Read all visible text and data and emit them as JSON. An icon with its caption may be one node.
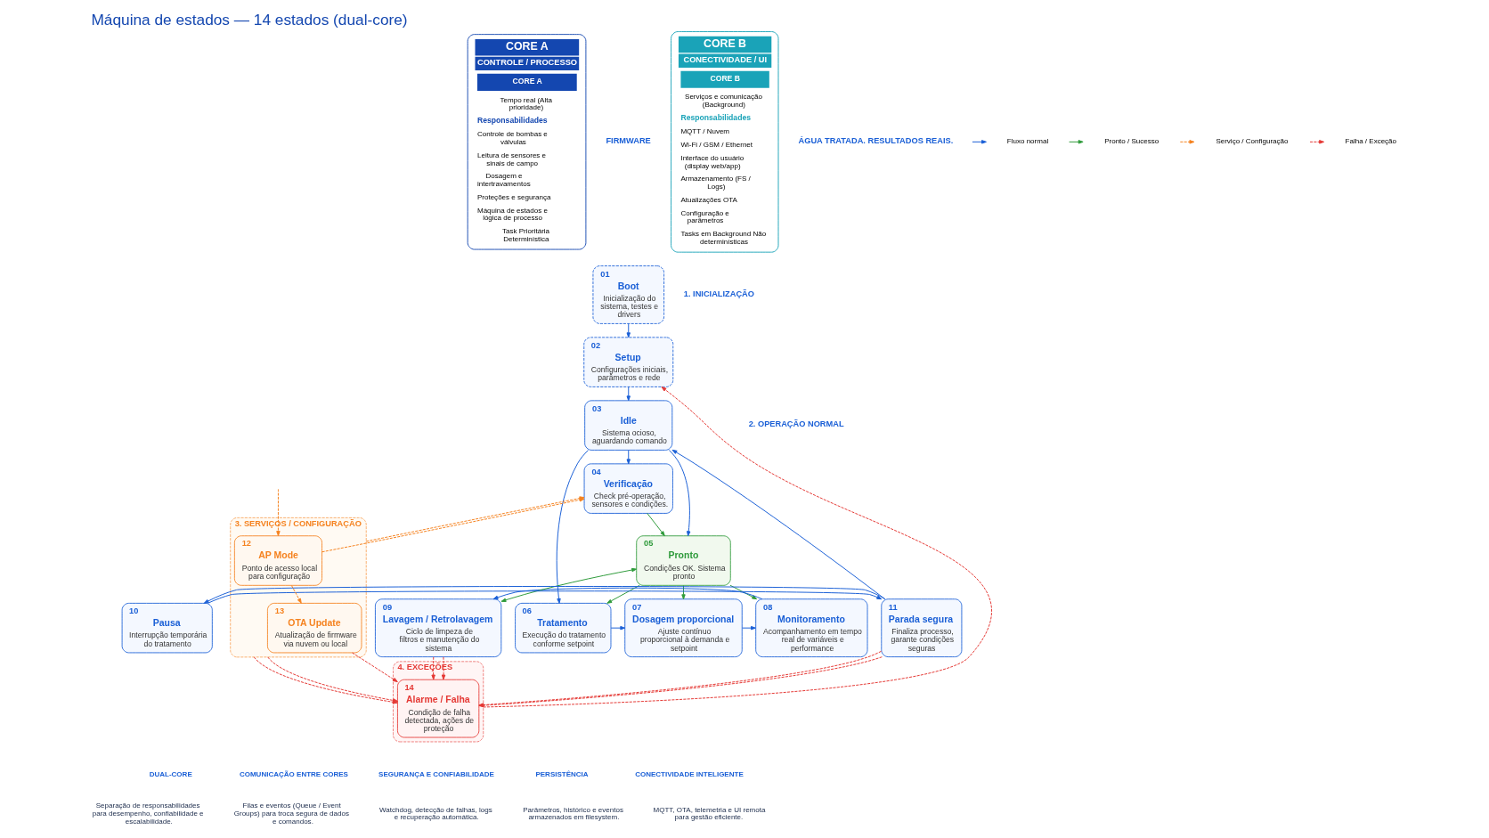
{
  "diagram": {
    "title": "Máquina de estados — 14 estados (dual-core)",
    "nodes": [
      {
        "text": [
          "CORE A",
          "CONTROLE / PROCESSO",
          "CORE A",
          "Tempo real (Alta prioridade)",
          "Responsabilidades",
          "Controle de bombas e válvulas",
          "Leitura de sensores e sinais de campo",
          "Dosagem e intertravamentos",
          "Proteções e segurança",
          "Máquina de estados e lógica de processo",
          "Task Prioritária Determinística"
        ]
      },
      {
        "text": [
          "01",
          "Boot",
          "Inicialização do sistema, testes e drivers"
        ]
      },
      {
        "text": [
          "02",
          "Setup",
          "Configurações iniciais, parâmetros e rede"
        ]
      },
      {
        "text": [
          "03",
          "Idle",
          "Sistema ocioso, aguardando comando"
        ]
      },
      {
        "text": [
          "04",
          "Verificação",
          "Check pré-operação, sensores e condições."
        ]
      },
      {
        "text": [
          "05",
          "Pronto",
          "Condições OK. Sistema pronto"
        ]
      },
      {
        "text": [
          "06",
          "Tratamento",
          "Execução do tratamento conforme setpoint"
        ]
      },
      {
        "text": [
          "07",
          "Dosagem proporcional",
          "Ajuste contínuo proporcional à demanda e setpoint"
        ]
      },
      {
        "text": [
          "08",
          "Monitoramento",
          "Acompanhamento em tempo real de variáveis e performance"
        ]
      },
      {
        "text": [
          "09",
          "Lavagem / Retrolavagem",
          "Ciclo de limpeza de filtros e manutenção do sistema"
        ]
      },
      {
        "text": [
          "10",
          "Pausa",
          "Interrupção temporária do tratamento"
        ]
      },
      {
        "text": [
          "11",
          "Parada segura",
          "Finaliza processo, garante condições seguras"
        ]
      },
      {
        "text": [
          "3. SERVIÇOS / CONFIGURAÇÃO"
        ]
      },
      {
        "text": [
          "12",
          "AP Mode",
          "Ponto de acesso local para configuração"
        ],
        "in": 12
      },
      {
        "text": [
          "13",
          "OTA Update",
          "Atualização de firmware via nuvem ou local"
        ],
        "in": 12
      },
      {
        "text": [
          "4. EXCEÇÕES"
        ]
      },
      {
        "text": [
          "14",
          "Alarme / Falha",
          "Condição de falha detectada, ações de proteção"
        ],
        "in": 15
      },
      {
        "text": [
          "CORE B",
          "CONECTIVIDADE / UI",
          "CORE B",
          "Serviços e comunicação (Background)",
          "Responsabilidades",
          "MQTT / Nuvem",
          "Wi-Fi / GSM / Ethernet",
          "Interface do usuário (display web/app)",
          "Armazenamento (FS / Logs)",
          "Atualizações OTA",
          "Configuração e parâmetros",
          "Tasks em Background Não determinísticas"
        ]
      }
    ],
    "edges": [
      {
        "from": 1,
        "to": 2,
        "arrow": "to"
      },
      {
        "from": 2,
        "to": 3,
        "arrow": "to"
      },
      {
        "from": 3,
        "to": 4,
        "arrow": "to"
      },
      {
        "from": 4,
        "to": 5,
        "arrow": "to",
        "color": "#2e9a3a"
      },
      {
        "from": 3,
        "to": 5,
        "arrow": "to"
      },
      {
        "from": 3,
        "to": 6,
        "arrow": "to"
      },
      {
        "from": 6,
        "to": 7,
        "arrow": "to"
      },
      {
        "from": 7,
        "to": 8,
        "arrow": "to"
      },
      {
        "from": 8,
        "to": 9,
        "arrow": "to"
      },
      {
        "from": 5,
        "to": 6,
        "arrow": "to",
        "color": "#2e9a3a"
      },
      {
        "from": 5,
        "to": 7,
        "arrow": "to",
        "color": "#2e9a3a"
      },
      {
        "from": 5,
        "to": 8,
        "arrow": "to",
        "color": "#2e9a3a"
      },
      {
        "from": 9,
        "to": 5,
        "arrow": "both",
        "color": "#2e9a3a"
      },
      {
        "from": 10,
        "to": 11,
        "arrow": "to"
      },
      {
        "from": 11,
        "to": 10,
        "arrow": "to"
      },
      {
        "from": 11,
        "to": 3,
        "arrow": "to"
      },
      {
        "from": 15,
        "to": 2,
        "arrow": "to",
        "style": "dashed",
        "color": "#e53935"
      },
      {
        "from": 11,
        "to": 16,
        "arrow": "to",
        "style": "dashed",
        "color": "#e53935"
      },
      {
        "from": 11,
        "to": 16,
        "arrow": "to",
        "style": "dashed",
        "color": "#e53935"
      },
      {
        "from": 9,
        "to": 16,
        "arrow": "to",
        "style": "dashed",
        "color": "#e53935"
      },
      {
        "from": 9,
        "to": 16,
        "arrow": "to",
        "style": "dashed",
        "color": "#e53935"
      },
      {
        "from": 14,
        "to": 16,
        "arrow": "to",
        "style": "dashed",
        "color": "#e53935"
      },
      {
        "from": 12,
        "to": 16,
        "arrow": "to",
        "style": "dashed",
        "color": "#e53935"
      },
      {
        "from": 12,
        "to": 16,
        "arrow": "to",
        "style": "dashed",
        "color": "#e53935"
      },
      {
        "from": 12,
        "to": 4,
        "arrow": "to",
        "style": "dashed",
        "color": "#f5821f"
      },
      {
        "from": 13,
        "to": 4,
        "arrow": "to",
        "style": "dashed",
        "color": "#f5821f"
      },
      {
        "from": null,
        "to": 13,
        "arrow": "to",
        "style": "dashed",
        "color": "#f5821f"
      },
      {
        "from": 13,
        "to": 14,
        "arrow": "to",
        "style": "dashed",
        "color": "#f5821f"
      }
    ],
    "labels": [
      "FIRMWARE",
      "ÁGUA TRATADA. RESULTADOS REAIS.",
      "1. INICIALIZAÇÃO",
      "2. OPERAÇÃO NORMAL",
      "DUAL-CORE",
      "Separação de responsabilidades para desempenho, confiabilidade e escalabilidade.",
      "COMUNICAÇÃO ENTRE CORES",
      "Filas e eventos (Queue / Event Groups) para troca segura de dados e comandos.",
      "SEGURANÇA E CONFIABILIDADE",
      "Watchdog, detecção de falhas, logs e recuperação automática.",
      "PERSISTÊNCIA",
      "Parâmetros, histórico e eventos armazenados em filesystem.",
      "CONECTIVIDADE INTELIGENTE",
      "MQTT, OTA, telemetria e UI remota para gestão eficiente."
    ],
    "legend": [
      {
        "text": "Fluxo normal"
      },
      {
        "text": "Pronto / Sucesso"
      },
      {
        "text": "Serviço / Configuração"
      },
      {
        "text": "Falha / Exceção"
      }
    ]
  }
}
